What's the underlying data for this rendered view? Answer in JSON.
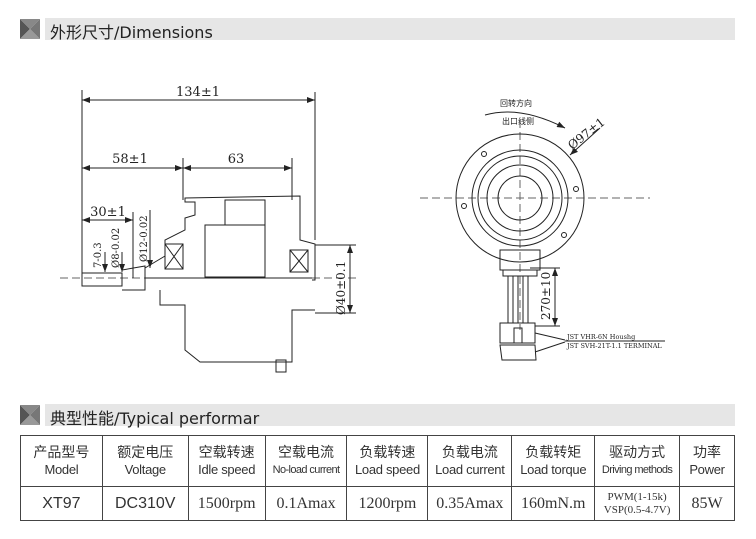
{
  "sections": {
    "dimensions_title": "外形尺寸/Dimensions",
    "performance_title": "典型性能/Typical performar"
  },
  "drawing": {
    "dim_overall": "134±1",
    "dim_58": "58±1",
    "dim_63": "63",
    "dim_30": "30±1",
    "dim_7": "7-0.3",
    "dim_8": "Ø8-0.02",
    "dim_12": "Ø12-0.02",
    "dim_40": "Ø40±0.1",
    "dim_97": "Ø97±1",
    "rotation_label": "回转方向",
    "outlet_label": "出口线侧",
    "cable_length": "270±10",
    "housing_label": "JST VHR-6N Houshg",
    "terminal_label": "JST SVH-21T-1.1 TERMINAL"
  },
  "table": {
    "headers": [
      {
        "cn": "产品型号",
        "en": "Model"
      },
      {
        "cn": "额定电压",
        "en": "Voltage"
      },
      {
        "cn": "空载转速",
        "en": "Idle speed"
      },
      {
        "cn": "空载电流",
        "en": "No-load current"
      },
      {
        "cn": "负载转速",
        "en": "Load speed"
      },
      {
        "cn": "负载电流",
        "en": "Load current"
      },
      {
        "cn": "负载转矩",
        "en": "Load torque"
      },
      {
        "cn": "驱动方式",
        "en": "Driving methods"
      },
      {
        "cn": "功率",
        "en": "Power"
      }
    ],
    "values": [
      "XT97",
      "DC310V",
      "1500rpm",
      "0.1Amax",
      "1200rpm",
      "0.35Amax",
      "160mN.m",
      "PWM(1-15k)",
      "85W"
    ],
    "drive_line2": "VSP(0.5-4.7V)"
  }
}
